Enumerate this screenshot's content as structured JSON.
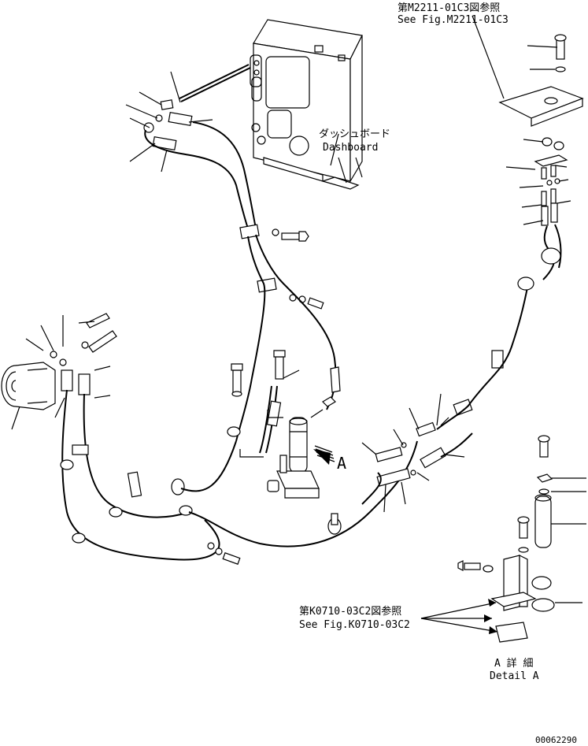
{
  "references": {
    "top_right_jp": "第M2211-01C3図参照",
    "top_right_en": "See Fig.M2211-01C3",
    "bottom_jp": "第K0710-03C2図参照",
    "bottom_en": "See Fig.K0710-03C2"
  },
  "dashboard": {
    "label_jp": "ダッシュボード",
    "label_en": "Dashboard"
  },
  "detail": {
    "marker": "A",
    "label_jp": "A 詳 細",
    "label_en": "Detail A"
  },
  "drawing_number": "00062290"
}
